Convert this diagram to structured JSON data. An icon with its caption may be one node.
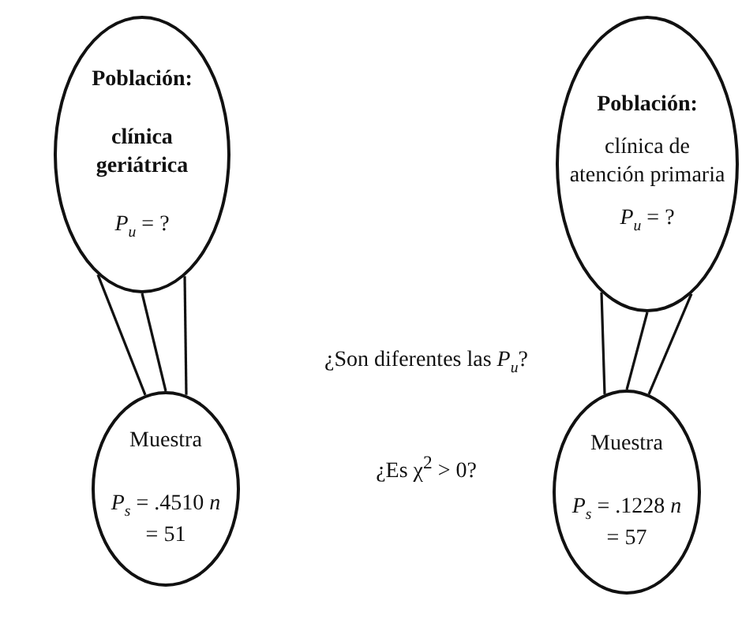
{
  "diagram": {
    "nodes": [
      {
        "text": [
          "Población:",
          "clínica geriátrica",
          "*P*$_{u}$ = ?"
        ]
      },
      {
        "text": [
          "Muestra",
          "*P*$_{s}$ = .4510 *n* = 51"
        ]
      },
      {
        "text": [
          "Población:",
          "clínica de atención primaria",
          "*P*$_{u}$ = ?"
        ]
      },
      {
        "text": [
          "Muestra",
          "*P*$_{s}$ = .1228 *n* = 57"
        ]
      }
    ],
    "edges": [
      {
        "from": 0,
        "to": 1,
        "arrow": "none"
      },
      {
        "from": 0,
        "to": 1,
        "arrow": "none"
      },
      {
        "from": 0,
        "to": 1,
        "arrow": "none"
      },
      {
        "from": 2,
        "to": 3,
        "arrow": "none"
      },
      {
        "from": 2,
        "to": 3,
        "arrow": "none"
      },
      {
        "from": 2,
        "to": 3,
        "arrow": "none"
      }
    ],
    "labels": [
      "¿Son diferentes las *P*$_{u}$?",
      "¿Es χ$^{2}$ > 0?"
    ]
  }
}
